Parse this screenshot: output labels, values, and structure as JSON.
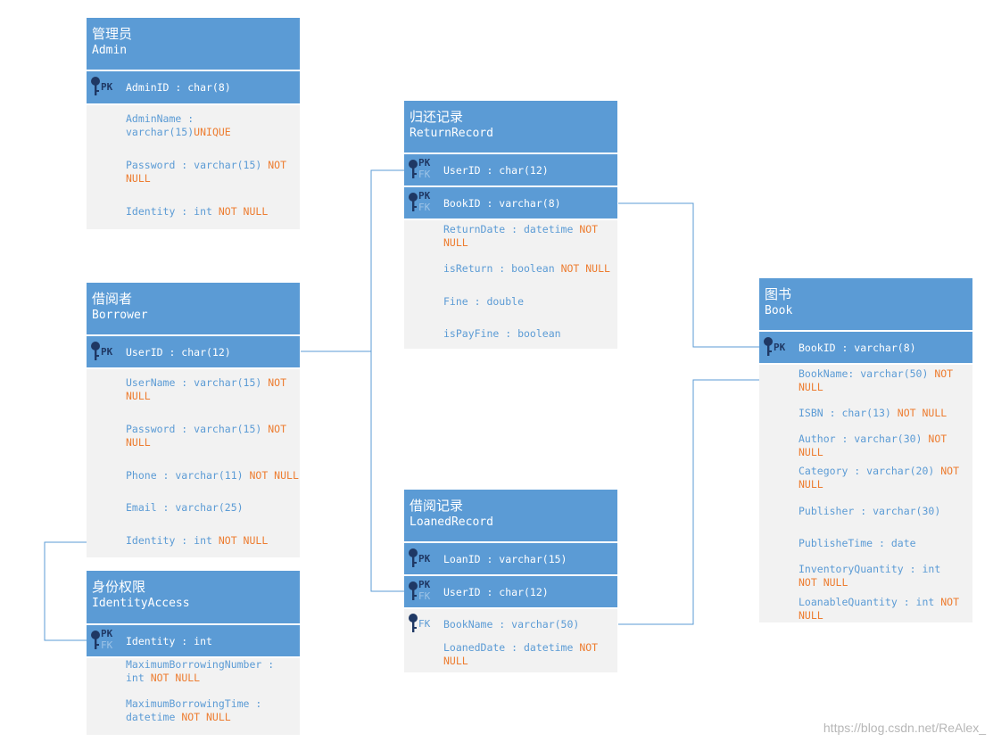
{
  "entities": {
    "admin": {
      "cn": "管理员",
      "en": "Admin",
      "pk": {
        "tag": "PK",
        "text": "AdminID : char(8)"
      },
      "attrs": [
        {
          "a": "AdminName : varchar(15)",
          "b": "UNIQUE"
        },
        {
          "a": "Password : varchar(15) ",
          "b": "NOT NULL"
        },
        {
          "a": "Identity : int ",
          "b": "NOT NULL"
        }
      ]
    },
    "borrower": {
      "cn": "借阅者",
      "en": "Borrower",
      "pk": {
        "tag": "PK",
        "text": "UserID : char(12)"
      },
      "attrs": [
        {
          "a": "UserName : varchar(15) ",
          "b": "NOT NULL"
        },
        {
          "a": "Password : varchar(15) ",
          "b": "NOT NULL"
        },
        {
          "a": "Phone : varchar(11) ",
          "b": "NOT NULL"
        },
        {
          "a": "Email : varchar(25)",
          "b": ""
        },
        {
          "a": "Identity : int ",
          "b": "NOT NULL"
        }
      ]
    },
    "identity": {
      "cn": "身份权限",
      "en": "IdentityAccess",
      "pk": {
        "tag": "PK",
        "tag2": "FK",
        "text": "Identity : int"
      },
      "attrs": [
        {
          "a": "MaximumBorrowingNumber : int ",
          "b": "NOT NULL"
        },
        {
          "a": "MaximumBorrowingTime : datetime ",
          "b": "NOT NULL"
        }
      ]
    },
    "returnrecord": {
      "cn": "归还记录",
      "en": "ReturnRecord",
      "pks": [
        {
          "tag": "PK",
          "tag2": "FK",
          "text": "UserID : char(12)"
        },
        {
          "tag": "PK",
          "tag2": "FK",
          "text": "BookID : varchar(8)"
        }
      ],
      "attrs": [
        {
          "a": "ReturnDate : datetime ",
          "b": "NOT NULL"
        },
        {
          "a": "isReturn : boolean ",
          "b": "NOT NULL"
        },
        {
          "a": "Fine : double",
          "b": ""
        },
        {
          "a": "isPayFine : boolean",
          "b": ""
        }
      ]
    },
    "loanedrecord": {
      "cn": "借阅记录",
      "en": "LoanedRecord",
      "pks": [
        {
          "tag": "PK",
          "text": "LoanID : varchar(15)"
        },
        {
          "tag": "PK",
          "tag2": "FK",
          "text": "UserID : char(12)"
        }
      ],
      "fk": {
        "tag": "FK",
        "text": "BookName : varchar(50)"
      },
      "attrs": [
        {
          "a": "LoanedDate : datetime ",
          "b": "NOT NULL"
        }
      ]
    },
    "book": {
      "cn": "图书",
      "en": "Book",
      "pk": {
        "tag": "PK",
        "text": "BookID : varchar(8)"
      },
      "attrs": [
        {
          "a": "BookName: varchar(50) ",
          "b": "NOT NULL"
        },
        {
          "a": "ISBN : char(13) ",
          "b": "NOT NULL"
        },
        {
          "a": "Author : varchar(30) ",
          "b": "NOT NULL"
        },
        {
          "a": "Category : varchar(20) ",
          "b": "NOT NULL"
        },
        {
          "a": "Publisher : varchar(30)",
          "b": ""
        },
        {
          "a": "PublisheTime : date",
          "b": ""
        },
        {
          "a": "InventoryQuantity : int ",
          "b": "NOT NULL"
        },
        {
          "a": "LoanableQuantity : int ",
          "b": "NOT NULL"
        }
      ]
    }
  },
  "watermark": "https://blog.csdn.net/ReAlex_",
  "colors": {
    "header": "#5b9bd5",
    "body": "#f2f2f2",
    "notnull": "#ed7d31",
    "line": "#5b9bd5"
  }
}
